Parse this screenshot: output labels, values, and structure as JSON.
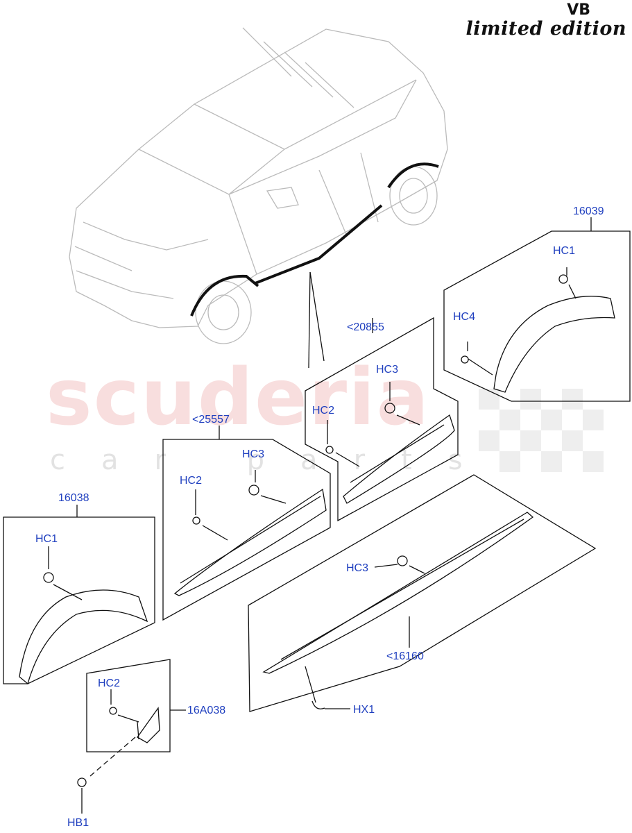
{
  "header": {
    "model_code": "VB",
    "edition": "limited edition"
  },
  "watermark": {
    "brand": "scuderia",
    "tagline": "car parts"
  },
  "callouts": {
    "part_16039": "16039",
    "part_20855": "<20855",
    "part_25557": "<25557",
    "part_16038": "16038",
    "part_16A038": "16A038",
    "part_16160": "<16160",
    "hc1_right": "HC1",
    "hc4": "HC4",
    "hc3_rear_door": "HC3",
    "hc2_rear_door": "HC2",
    "hc3_front_door": "HC3",
    "hc2_front_door": "HC2",
    "hc1_left": "HC1",
    "hc2_bracket": "HC2",
    "hb1": "HB1",
    "hc3_sill": "HC3",
    "hx1": "HX1"
  },
  "colors": {
    "callout_text": "#1f3fbf",
    "linework": "#222222",
    "watermark_red": "#e26d6d"
  }
}
